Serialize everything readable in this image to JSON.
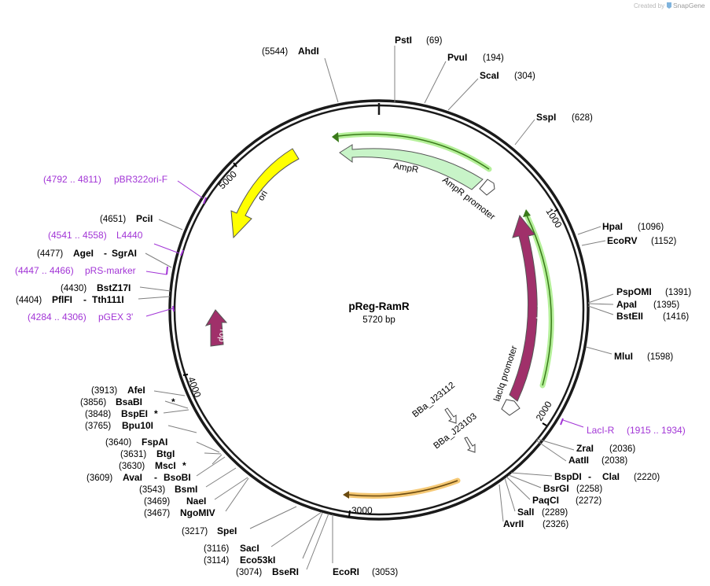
{
  "credit": {
    "created_by": "Created by",
    "brand": "SnapGene"
  },
  "plasmid": {
    "name": "pReg-RamR",
    "size_label": "5720 bp",
    "length": 5720
  },
  "ticks": [
    {
      "label": "1000",
      "pos": 1000
    },
    {
      "label": "2000",
      "pos": 2000
    },
    {
      "label": "3000",
      "pos": 3000
    },
    {
      "label": "4000",
      "pos": 4000
    },
    {
      "label": "5000",
      "pos": 5000
    }
  ],
  "features": [
    {
      "id": "ampr",
      "label": "AmpR",
      "color": "#c8f4c8",
      "label_color": "#000000"
    },
    {
      "id": "ampr-promoter",
      "label": "AmpR promoter",
      "color": "#ffffff",
      "label_color": "#000000"
    },
    {
      "id": "ori",
      "label": "ori",
      "color": "#ffff00",
      "label_color": "#000000"
    },
    {
      "id": "laci",
      "label": "lacI",
      "color": "#a0306a",
      "label_color": "#ffffff"
    },
    {
      "id": "laciq-promoter",
      "label": "lacIq promoter",
      "color": "#ffffff",
      "label_color": "#000000"
    },
    {
      "id": "rop",
      "label": "rop",
      "color": "#a0306a",
      "label_color": "#ffffff"
    },
    {
      "id": "bba-j23112",
      "label": "BBa_J23112",
      "color": "#ffffff",
      "label_color": "#000000"
    },
    {
      "id": "bba-j23103",
      "label": "BBa_J23103",
      "color": "#ffffff",
      "label_color": "#000000"
    }
  ],
  "sites": [
    {
      "name": "AhdI",
      "pos": "(5544)"
    },
    {
      "name": "PstI",
      "pos": "(69)"
    },
    {
      "name": "PvuI",
      "pos": "(194)"
    },
    {
      "name": "ScaI",
      "pos": "(304)"
    },
    {
      "name": "SspI",
      "pos": "(628)"
    },
    {
      "name": "HpaI",
      "pos": "(1096)"
    },
    {
      "name": "EcoRV",
      "pos": "(1152)"
    },
    {
      "name": "PspOMI",
      "pos": "(1391)"
    },
    {
      "name": "ApaI",
      "pos": "(1395)"
    },
    {
      "name": "BstEII",
      "pos": "(1416)"
    },
    {
      "name": "MluI",
      "pos": "(1598)"
    },
    {
      "name": "ZraI",
      "pos": "(2036)"
    },
    {
      "name": "AatII",
      "pos": "(2038)"
    },
    {
      "name": "BspDI",
      "name2": "ClaI",
      "pos": "(2220)"
    },
    {
      "name": "BsrGI",
      "pos": "(2258)"
    },
    {
      "name": "PaqCI",
      "pos": "(2272)"
    },
    {
      "name": "SalI",
      "pos": "(2289)"
    },
    {
      "name": "AvrII",
      "pos": "(2326)"
    },
    {
      "name": "EcoRI",
      "pos": "(3053)"
    },
    {
      "name": "BseRI",
      "pos": "(3074)"
    },
    {
      "name": "Eco53kI",
      "pos": "(3114)"
    },
    {
      "name": "SacI",
      "pos": "(3116)"
    },
    {
      "name": "SpeI",
      "pos": "(3217)"
    },
    {
      "name": "NgoMIV",
      "pos": "(3467)"
    },
    {
      "name": "NaeI",
      "pos": "(3469)"
    },
    {
      "name": "BsmI",
      "pos": "(3543)"
    },
    {
      "name": "AvaI",
      "name2": "BsoBI",
      "pos": "(3609)"
    },
    {
      "name": "MscI",
      "star": "*",
      "pos": "(3630)"
    },
    {
      "name": "BtgI",
      "pos": "(3631)"
    },
    {
      "name": "FspAI",
      "pos": "(3640)"
    },
    {
      "name": "Bpu10I",
      "pos": "(3765)"
    },
    {
      "name": "BspEI",
      "star": "*",
      "pos": "(3848)"
    },
    {
      "name": "BsaBI",
      "star": "*",
      "pos": "(3856)"
    },
    {
      "name": "AfeI",
      "pos": "(3913)"
    },
    {
      "name": "PflFI",
      "name2": "Tth111I",
      "pos": "(4404)"
    },
    {
      "name": "BstZ17I",
      "pos": "(4430)"
    },
    {
      "name": "AgeI",
      "name2": "SgrAI",
      "pos": "(4477)"
    },
    {
      "name": "PciI",
      "pos": "(4651)"
    }
  ],
  "primers": [
    {
      "name": "pBR322ori-F",
      "range": "(4792 .. 4811)"
    },
    {
      "name": "L4440",
      "range": "(4541 .. 4558)"
    },
    {
      "name": "pRS-marker",
      "range": "(4447 .. 4466)"
    },
    {
      "name": "pGEX 3'",
      "range": "(4284 .. 4306)"
    },
    {
      "name": "LacI-R",
      "range": "(1915 .. 1934)"
    }
  ],
  "colors": {
    "backbone": "#1a1a1a",
    "primer": "#a235d6",
    "leader": "#808080",
    "ampr_fill": "#c8f4c8",
    "laci_fill": "#a0306a",
    "ori_fill": "#ffff00",
    "promoter_fill": "#ffffff",
    "unlabeled_orf_fill": "#f8b860",
    "green_highlight": "#b5f09a",
    "orange_highlight": "#f5c874"
  }
}
